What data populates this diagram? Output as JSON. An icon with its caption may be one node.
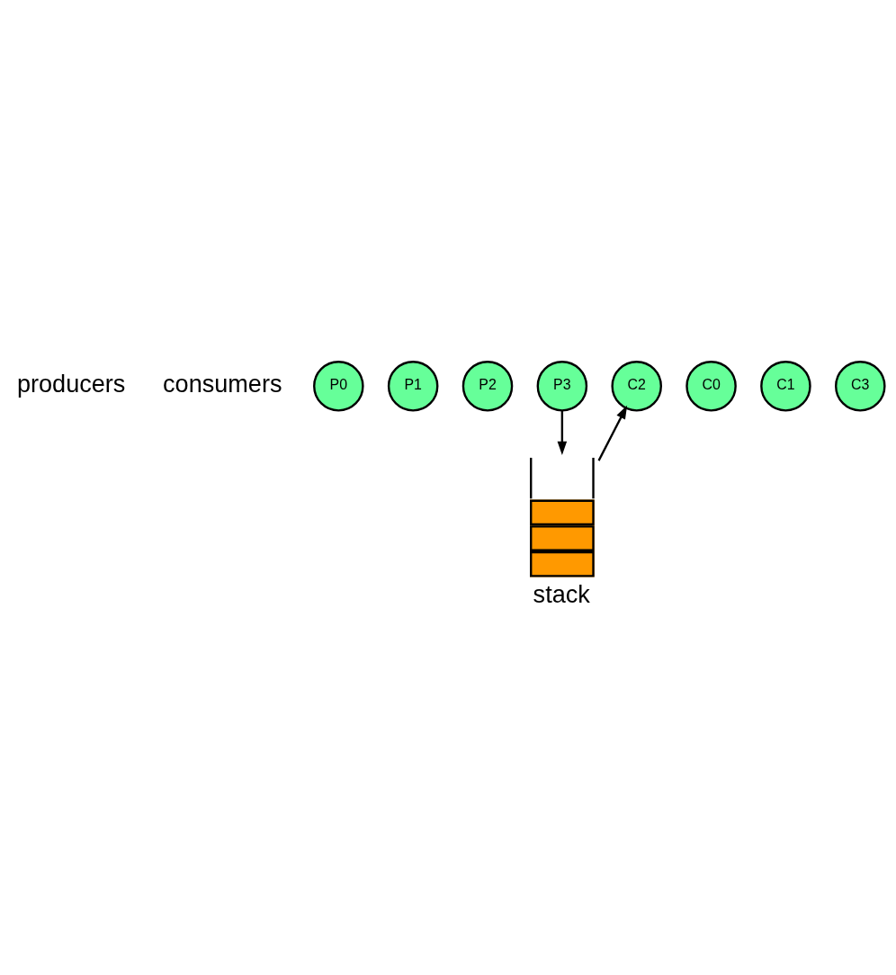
{
  "diagram": {
    "nodes": [
      {
        "text": [
          "P0"
        ]
      },
      {
        "text": [
          "P1"
        ]
      },
      {
        "text": [
          "P2"
        ]
      },
      {
        "text": [
          "P3"
        ]
      },
      {
        "text": [
          "C0"
        ]
      },
      {
        "text": [
          "C1"
        ]
      },
      {
        "text": [
          "C2"
        ]
      },
      {
        "text": [
          "C3"
        ]
      },
      {
        "text": [
          "stack"
        ]
      }
    ],
    "edges": [
      {
        "from": 3,
        "to": 8,
        "arrow": "to"
      },
      {
        "from": 8,
        "to": 6,
        "arrow": "to"
      }
    ],
    "labels": [
      "producers",
      "consumers"
    ]
  }
}
